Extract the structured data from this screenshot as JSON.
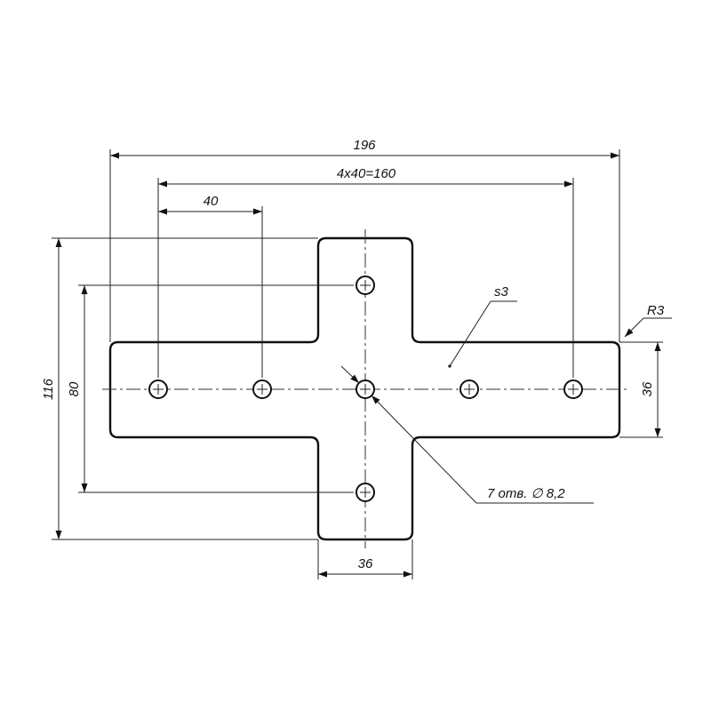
{
  "dimensions": {
    "overall_width": "196",
    "hole_span": "4x40=160",
    "hole_pitch": "40",
    "overall_height": "116",
    "vertical_hole_span": "80",
    "arm_width_right": "36",
    "arm_width_bottom": "36"
  },
  "annotations": {
    "corner_radius": "R3",
    "thickness": "s3",
    "holes_callout": "7 отв. ∅ 8,2"
  },
  "colors": {
    "line": "#111111",
    "background": "#ffffff"
  }
}
